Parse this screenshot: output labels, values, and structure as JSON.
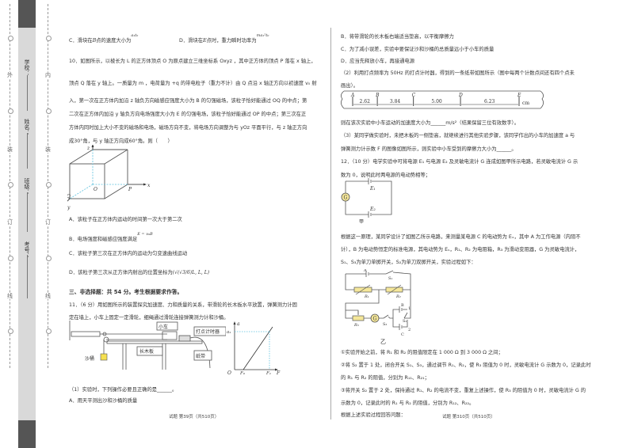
{
  "binding": {
    "outer_chars": [
      "外",
      "装",
      "订",
      "线"
    ],
    "inner_chars": [
      "内",
      "装",
      "订",
      "线"
    ],
    "fields": [
      "学校：",
      "姓名：",
      "班级：",
      "考号："
    ]
  },
  "left": {
    "q9_c": "C．滑块在",
    "q9_c_var": "B",
    "q9_c_tail": "点的速度大小为",
    "q9_c_expr": "a₁t₀",
    "q9_d": "D．滑块在",
    "q9_d_var": "E",
    "q9_d_tail": "点时，重力瞬时功率为",
    "q9_d_expr": "ma₁²t₀",
    "q10_lines": [
      "10．如图所示，以棱长为 L 的正方体顶点 O 为原点建立三维坐标系 Oxyz ，其中正方体的顶点 P 落在 x 轴上，",
      "顶点 Q 落在 y 轴上。一质量为 m ，电荷量为 +q 的带电粒子（重力不计）由 Q 点沿 x 轴正方向以初速度 v₀ 射",
      "入，第一次在正方体内加沿 z 轴负方向磁感应强度大小为 B 的匀强磁场，该粒子恰好能通过 OQ 的中点；第",
      "二次在正方体内加沿 y 轴负方向电场强度大小为 E 的匀强电场，该粒子恰好能通过 OP 的中点；第三次在正",
      "方体内同时加上大小不变的磁场和电场，磁场方向不变，将电场方向调整为与 yOz 平面平行，与 z 轴正方向",
      "成30°角，与 y 轴正方向成60°角。则（　　）"
    ],
    "cube_labels": {
      "z": "z",
      "x": "x",
      "y": "y",
      "O": "O",
      "P": "P",
      "Q": "Q"
    },
    "q10_options": [
      "A．该粒子在正方体内运动的时间第一次大于第二次",
      "B．电场强度和磁感应强度满足",
      "C．该粒子第三次在正方体内的运动为匀变速曲线运动",
      "D．该粒子第三次从正方体内射出的位置坐标为"
    ],
    "q10_b_expr": "E = v₀B",
    "q10_d_expr": "(√(√3/6)L, L, L)",
    "section3": "三、非选择题：共 54 分。考生根据要求作答。",
    "q11_lines": [
      "11．（6 分）用如图所示的装置探究加速度、力和质量的关系，带滑轮的长木板水平放置，弹簧测力计固",
      "定在墙上，小车上固定一定滑轮，细绳通过滑轮连接弹簧测力计和沙桶。"
    ],
    "apparatus_labels": {
      "cart": "小车",
      "timer": "打点计时器",
      "board": "长木板",
      "tape": "纸带",
      "bucket": "沙桶"
    },
    "graph_labels": {
      "a": "a",
      "a1": "a₁",
      "O": "O",
      "F0": "F₀",
      "F1": "F₁",
      "F": "F"
    },
    "q11_1": "（1）实验时，下列操作必要且正确的是______。",
    "q11_1_a": "A．用天平测出沙和沙桶的质量",
    "footer": "试题 第39页（共510页）"
  },
  "right": {
    "q11_opts": [
      "B．将带滑轮的长木板右端适当垫高，以平衡摩擦力",
      "C．为了减小误差，实验中要保证沙和沙桶的总质量远小于小车的质量",
      "D．应当先释放小车，再接通电源"
    ],
    "q11_2_lines": [
      "（2）利用打点频率为 50Hz 的打点计时器，得到的一条纸带如图所示（图中每两个计数点间还有四个点未",
      "画出）。"
    ],
    "tape": {
      "points": [
        "A",
        "B",
        "C",
        "D",
        "E"
      ],
      "segments_cm": [
        "2.62",
        "3.84",
        "5.00",
        "6.23"
      ],
      "unit": "cm"
    },
    "q11_2_ans": "则在该次实验中小车运动的加速度大小为______m/s²（结果保留三位有效数字）。",
    "q11_3_lines": [
      "（3）某同学做实验时，未把木板的一侧垫高，就继续进行其他实验步骤，该同学作出的小车的加速度 a 与",
      "弹簧测力计示数 F 的图像如图所示，则实验中小车受到的摩擦力大小为______。"
    ],
    "q12_lines": [
      "12．（10 分）电学实验中可将电源 E₁ 与电源 E₂ 及灵敏电流计 G 连成如图甲所示电路，若灵敏电流计 G 示",
      "数为 0，说明此时两电源的电动势相等；"
    ],
    "circuit1": {
      "E1": "E₁",
      "E2": "E₂",
      "G": "G",
      "caption": "甲"
    },
    "q12_desc": [
      "根据这一原理，某同学设计了如图乙所示电路，来测量某电源 C 的电动势为 Eₓ，其中 A 为工作电源（内阻不",
      "计），B 为电动势恒定的标准电源，其电动势为 Eₛ，R₁、R₂ 为电阻箱，R₃ 为滑动变阻器，G 为灵敏电流计，",
      "S₁、S₃为单刀单掷开关，S₂为单刀双掷开关，实验过程如下："
    ],
    "circuit2": {
      "A": "A",
      "S1": "S₁",
      "R1": "R₁",
      "R2": "R₂",
      "R3": "R₃",
      "G": "G",
      "S3": "S₃",
      "B": "B",
      "C": "C",
      "S2": "S₂",
      "one": "1",
      "two": "2",
      "caption": "乙"
    },
    "steps": [
      "①实验开始之前，将 R₁ 和 R₂ 的阻值限定在 1 000 Ω 到 3 000 Ω 之间；",
      "②将 S₂ 置于 1 处，闭合开关 S₁、S₃，通过调节 R₁、R₂，使 R₃ 阻值为 0 时，灵敏电流计 G 示数为 0，记录此时",
      "的 R₁ 与 R₂ 的阻值，分别为 R₁₁、R₂₁；",
      "③将开关 S₂ 置于 2 处，保持通过 R₁、R₂ 的电流不变，重复上述操作，使 R₃ 的阻值为 0 时，灵敏电流计 G 的",
      "示数为 0，记录此时的 R₁ 与 R₂ 的阻值，分别为 R₁₂、R₂₂。",
      "根据上述实验过程回答问题："
    ],
    "footer": "试题 第310页（共510页）"
  }
}
